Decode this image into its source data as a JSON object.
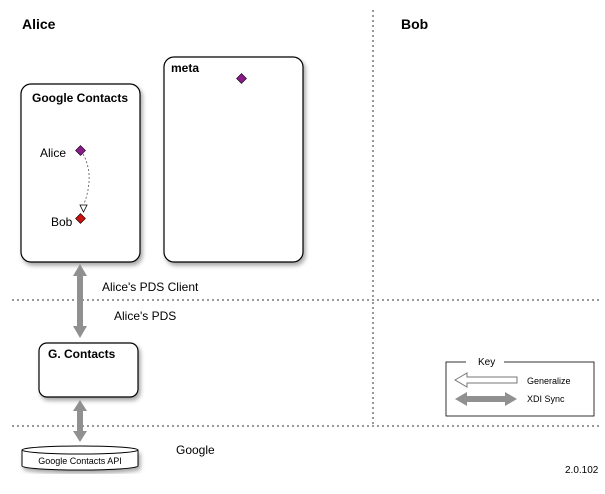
{
  "zones": {
    "alice": "Alice",
    "bob": "Bob",
    "pds_client": "Alice's PDS Client",
    "pds": "Alice's PDS",
    "google": "Google"
  },
  "boxes": {
    "google_contacts": {
      "title": "Google Contacts",
      "nodes": [
        {
          "label": "Alice",
          "color": "#8b1a8b"
        },
        {
          "label": "Bob",
          "color": "#cc1010"
        }
      ]
    },
    "meta": {
      "title": "meta",
      "node_color": "#8b1a8b"
    },
    "g_contacts": {
      "title": "G. Contacts"
    },
    "api": {
      "title": "Google Contacts API"
    }
  },
  "key": {
    "title": "Key",
    "items": [
      "Generalize",
      "XDI Sync"
    ]
  },
  "version": "2.0.102",
  "colors": {
    "arrow": "#909090",
    "divider": "#333333"
  }
}
